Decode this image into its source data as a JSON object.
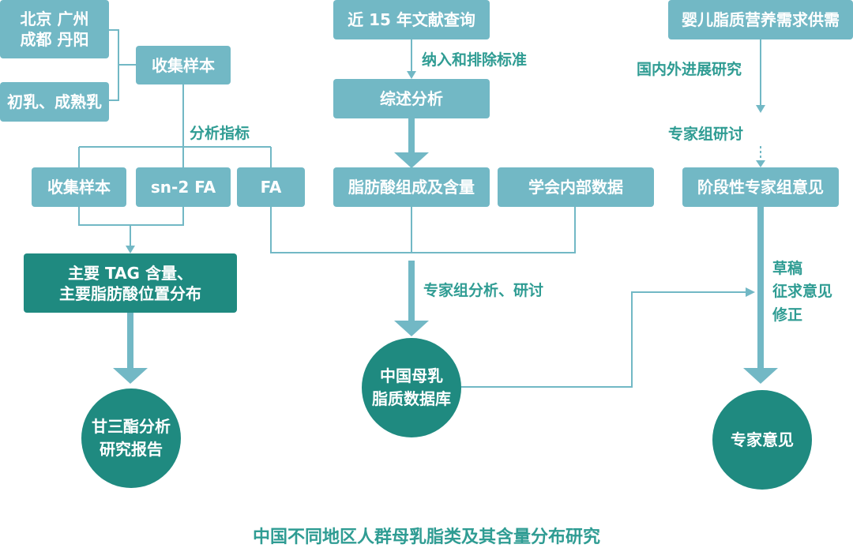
{
  "colors": {
    "box": "#72b8c5",
    "dark": "#1f8a80",
    "text": "#2f9c93",
    "line": "#72b8c5"
  },
  "left": {
    "city_box": {
      "line1": "北京  广州",
      "line2": "成都  丹阳"
    },
    "milk_box": "初乳、成熟乳",
    "collect_sample_top": "收集样本",
    "analysis_label": "分析指标",
    "collect_sample_2": "收集样本",
    "sn2fa": "sn-2 FA",
    "fa": "FA",
    "tag_box": {
      "line1": "主要 TAG 含量、",
      "line2": "主要脂肪酸位置分布"
    },
    "report": {
      "line1": "甘三酯分析",
      "line2": "研究报告"
    }
  },
  "middle": {
    "lit_query": "近 15 年文献查询",
    "criteria_label": "纳入和排除标准",
    "review": "综述分析",
    "fatty_acid": "脂肪酸组成及含量",
    "society_data": "学会内部数据",
    "expert_label": "专家组分析、研讨",
    "database": {
      "line1": "中国母乳",
      "line2": "脂质数据库"
    }
  },
  "right": {
    "needs": "婴儿脂质营养需求供需",
    "progress_label": "国内外进展研究",
    "expert_research_label": "专家组研讨",
    "stage_opinion": "阶段性专家组意见",
    "draft_labels": [
      "草稿",
      "征求意见",
      "修正"
    ],
    "expert_opinion": "专家意见"
  },
  "footer_title": "中国不同地区人群母乳脂类及其含量分布研究"
}
